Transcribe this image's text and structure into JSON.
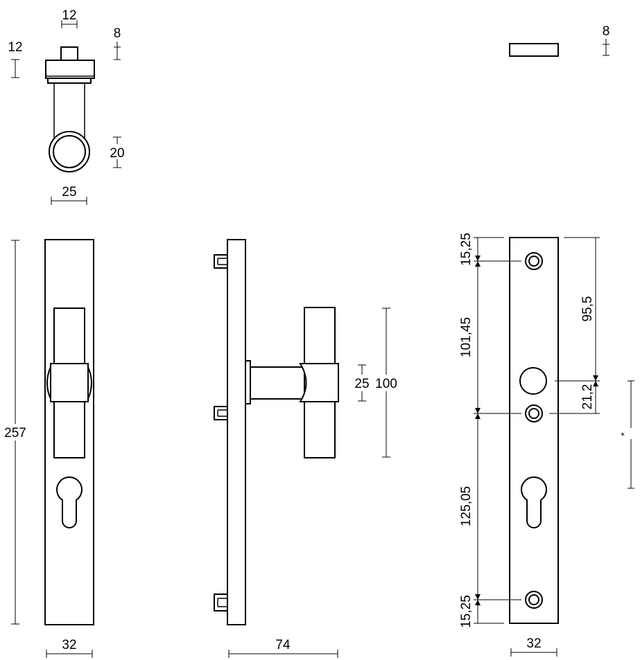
{
  "dimensions": {
    "top_view_knob_width": "12",
    "top_view_left_height": "12",
    "top_view_right_height": "8",
    "top_view_round_height": "20",
    "top_view_total_width": "25",
    "plate_blank_thickness": "8",
    "front_plate_height": "257",
    "front_plate_width": "32",
    "side_total_depth": "74",
    "side_grip_diameter": "25",
    "side_grip_length": "100",
    "back_top_offset": "15,25",
    "back_upper_spacing": "101,45",
    "back_lower_spacing": "125,05",
    "back_bottom_offset": "15,25",
    "back_spindle_distance": "95,5",
    "back_spindle_to_hole": "21,2",
    "back_plate_width": "32",
    "back_variable_marker": "*"
  }
}
